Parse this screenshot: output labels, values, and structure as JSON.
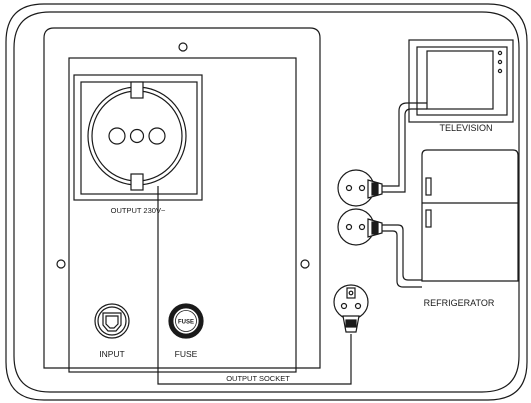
{
  "labels": {
    "output_voltage": "OUTPUT 230V~",
    "input": "INPUT",
    "fuse": "FUSE",
    "fuse_cap": "FUSE",
    "output_socket": "OUTPUT SOCKET",
    "television": "TELEVISION",
    "refrigerator": "REFRIGERATOR"
  },
  "icons": [
    "schuko-socket-icon",
    "iec-input-connector-icon",
    "fuse-holder-icon",
    "schuko-plug-icon",
    "television-icon",
    "refrigerator-icon"
  ],
  "colors": {
    "line": "#1a1a1a",
    "background": "#ffffff"
  }
}
